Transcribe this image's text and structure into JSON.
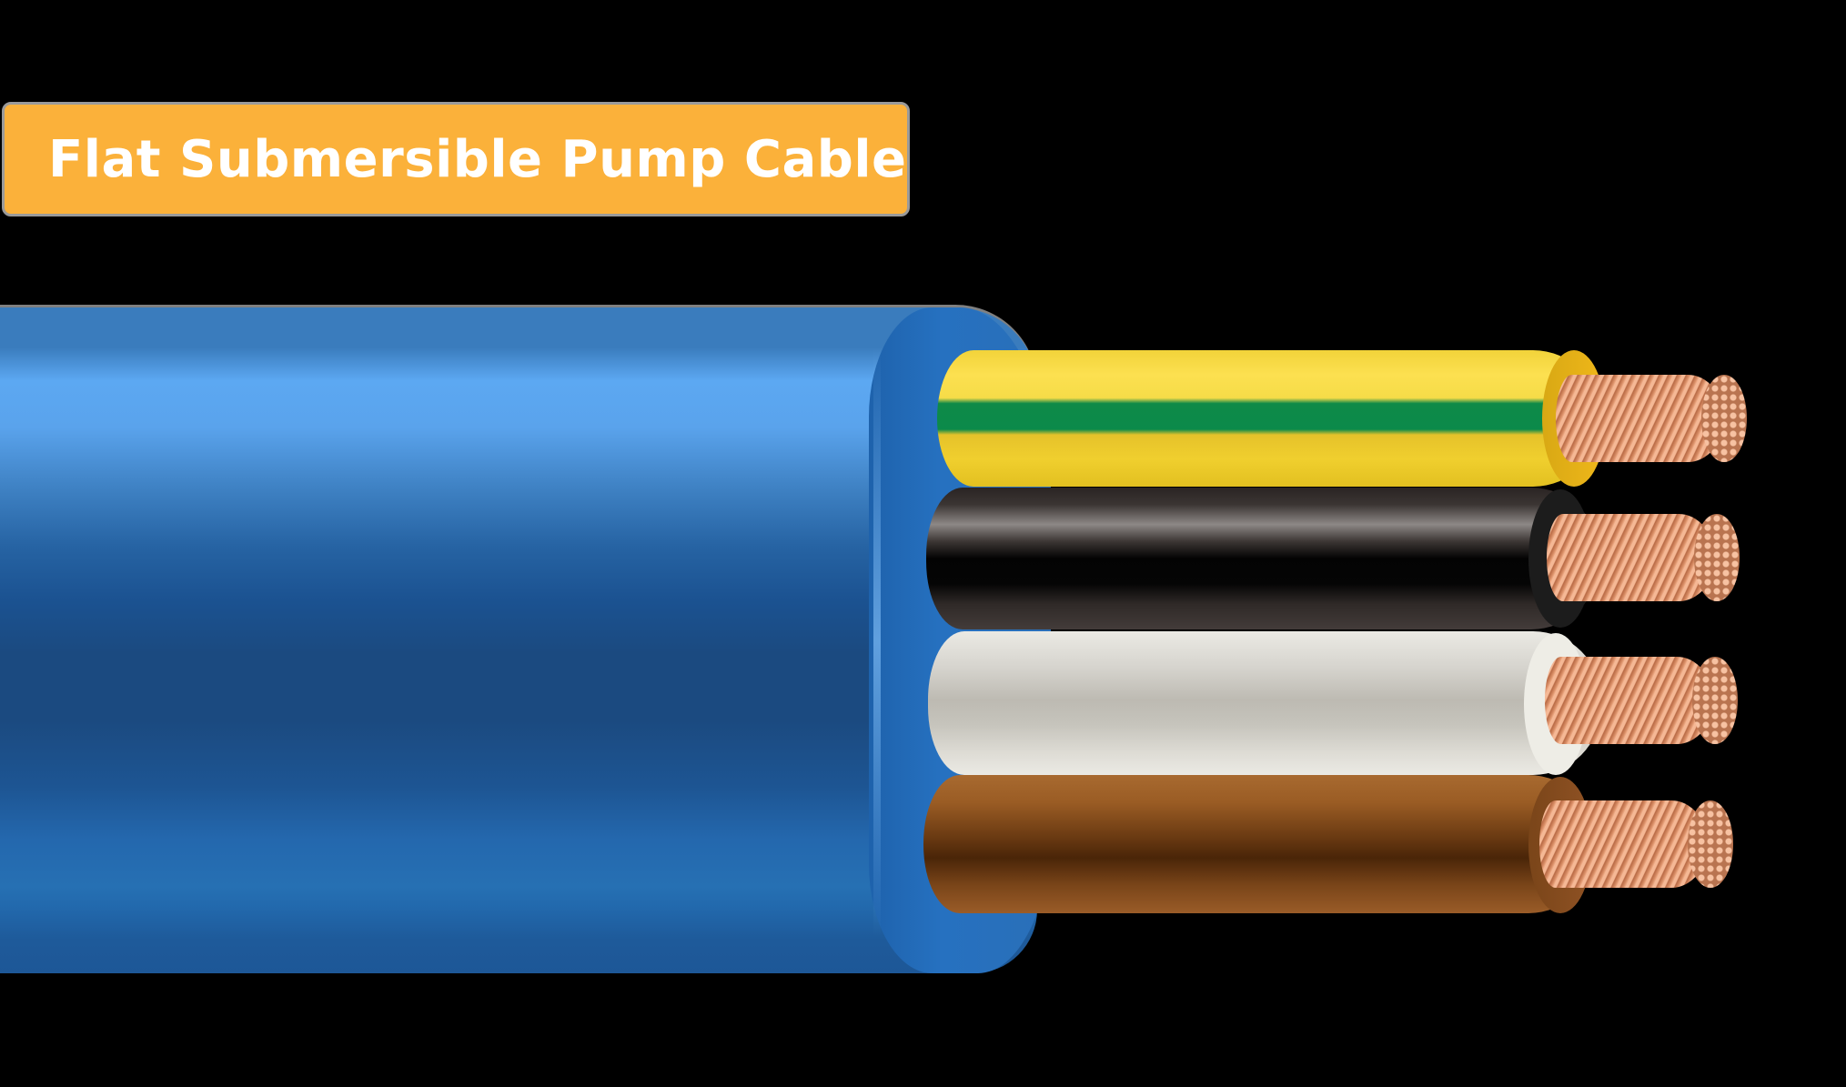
{
  "title": "Flat Submersible Pump Cable",
  "colors": {
    "background": "#000000",
    "label_bg": "#fbb13a",
    "label_text": "#ffffff",
    "sheath": "#2269ad",
    "copper": "#d58c64"
  },
  "cable": {
    "sheath_color": "blue",
    "cores": [
      {
        "name": "earth",
        "color": "yellow-green"
      },
      {
        "name": "black",
        "color": "black"
      },
      {
        "name": "white",
        "color": "white"
      },
      {
        "name": "brown",
        "color": "brown"
      }
    ]
  }
}
